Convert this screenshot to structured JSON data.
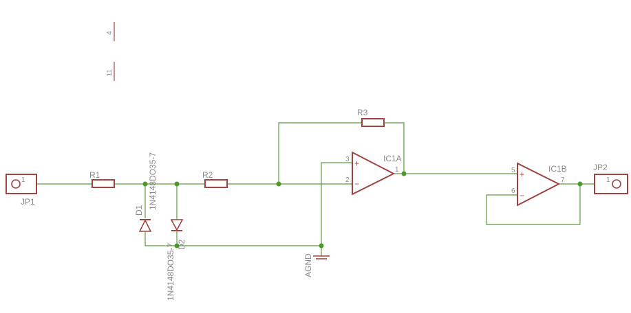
{
  "components": {
    "jp1": {
      "name": "JP1",
      "pin": "1"
    },
    "jp2": {
      "name": "JP2",
      "pin": "1"
    },
    "r1": {
      "name": "R1"
    },
    "r2": {
      "name": "R2"
    },
    "r3": {
      "name": "R3"
    },
    "d1": {
      "name": "D1",
      "value": "1N4148DO35-7"
    },
    "d2": {
      "name": "D2",
      "value": "1N4148DO35-7"
    },
    "ic1a": {
      "name": "IC1A",
      "pin_plus": "3",
      "pin_minus": "2",
      "pin_out": "1",
      "plus_sign": "+",
      "minus_sign": "−"
    },
    "ic1b": {
      "name": "IC1B",
      "pin_plus": "5",
      "pin_minus": "6",
      "pin_out": "7",
      "plus_sign": "+",
      "minus_sign": "−"
    },
    "agnd": {
      "name": "AGND"
    },
    "power_pins": {
      "pin4": "4",
      "pin11": "11"
    }
  },
  "colors": {
    "wire": "#5c9a3c",
    "symbol": "#a0423f",
    "junction": "#4a9a2a",
    "label": "#8a8a8a"
  }
}
